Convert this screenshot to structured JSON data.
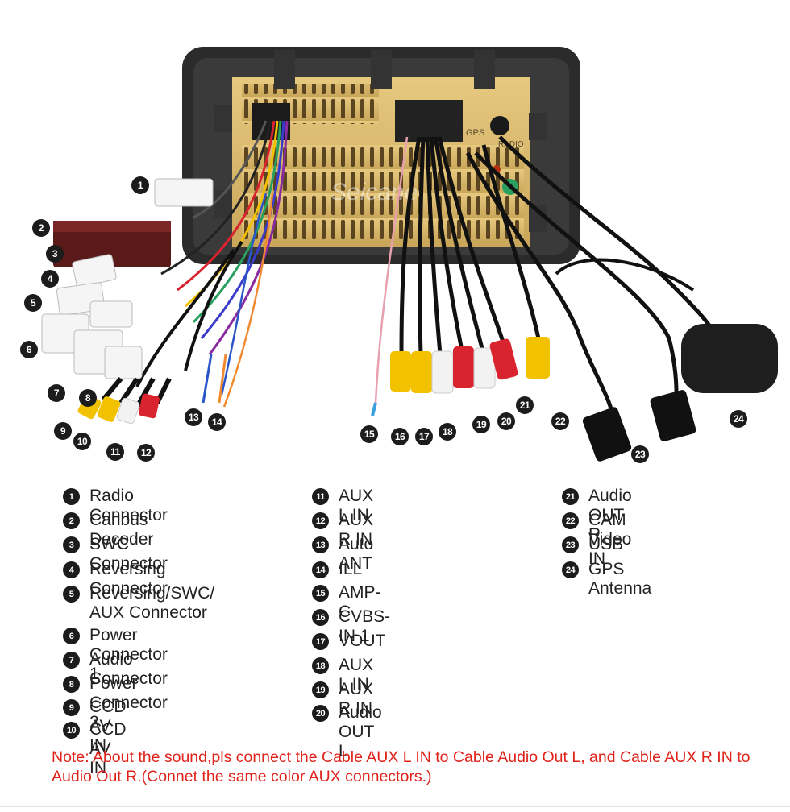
{
  "diagram": {
    "watermark": "Seicane",
    "unit_labels": [
      "GPS",
      "RADIO"
    ],
    "callouts": [
      {
        "n": "1"
      },
      {
        "n": "2"
      },
      {
        "n": "3"
      },
      {
        "n": "4"
      },
      {
        "n": "5"
      },
      {
        "n": "6"
      },
      {
        "n": "7"
      },
      {
        "n": "8"
      },
      {
        "n": "9"
      },
      {
        "n": "10"
      },
      {
        "n": "11"
      },
      {
        "n": "12"
      },
      {
        "n": "13"
      },
      {
        "n": "14"
      },
      {
        "n": "15"
      },
      {
        "n": "16"
      },
      {
        "n": "17"
      },
      {
        "n": "18"
      },
      {
        "n": "19"
      },
      {
        "n": "20"
      },
      {
        "n": "21"
      },
      {
        "n": "22"
      },
      {
        "n": "23"
      },
      {
        "n": "24"
      }
    ]
  },
  "legend": {
    "columns": [
      [
        {
          "n": "1",
          "label": "Radio Connector"
        },
        {
          "n": "2",
          "label": "Canbus Decoder"
        },
        {
          "n": "3",
          "label": "SWC Connector"
        },
        {
          "n": "4",
          "label": "Reversing Connector"
        },
        {
          "n": "5",
          "label": "Reversing/SWC/\nAUX Connector"
        },
        {
          "n": "6",
          "label": "Power Connector 1"
        },
        {
          "n": "7",
          "label": "Audio Connector"
        },
        {
          "n": "8",
          "label": "Power Connector 2"
        },
        {
          "n": "9",
          "label": "CCD AV IN"
        },
        {
          "n": "10",
          "label": "CCD AV IN"
        }
      ],
      [
        {
          "n": "11",
          "label": "AUX L IN"
        },
        {
          "n": "12",
          "label": "AUX R IN"
        },
        {
          "n": "13",
          "label": "Auto ANT"
        },
        {
          "n": "14",
          "label": "ILL"
        },
        {
          "n": "15",
          "label": "AMP-C"
        },
        {
          "n": "16",
          "label": "CVBS-IN 1"
        },
        {
          "n": "17",
          "label": "VOUT"
        },
        {
          "n": "18",
          "label": "AUX L IN"
        },
        {
          "n": "19",
          "label": "AUX R IN"
        },
        {
          "n": "20",
          "label": "Audio OUT L"
        }
      ],
      [
        {
          "n": "21",
          "label": "Audio OUT R"
        },
        {
          "n": "22",
          "label": "CAM Video IN"
        },
        {
          "n": "23",
          "label": "USB"
        },
        {
          "n": "24",
          "label": "GPS Antenna"
        }
      ]
    ]
  },
  "note": "Note: About the sound,pls connect the Cable AUX L IN to Cable Audio Out L, and Cable AUX R IN to  Audio Out R.(Connet the same color AUX connectors.)",
  "colors": {
    "note_red": "#e0221b",
    "badge": "#1c1c1c",
    "chassis": "#d6b66a",
    "frame": "#2b2b2b",
    "rca_red": "#d9232e",
    "rca_yellow": "#f2c200",
    "rca_white": "#f2f2f2",
    "wire_orange": "#f08a30",
    "wire_blue": "#2a55c8"
  }
}
